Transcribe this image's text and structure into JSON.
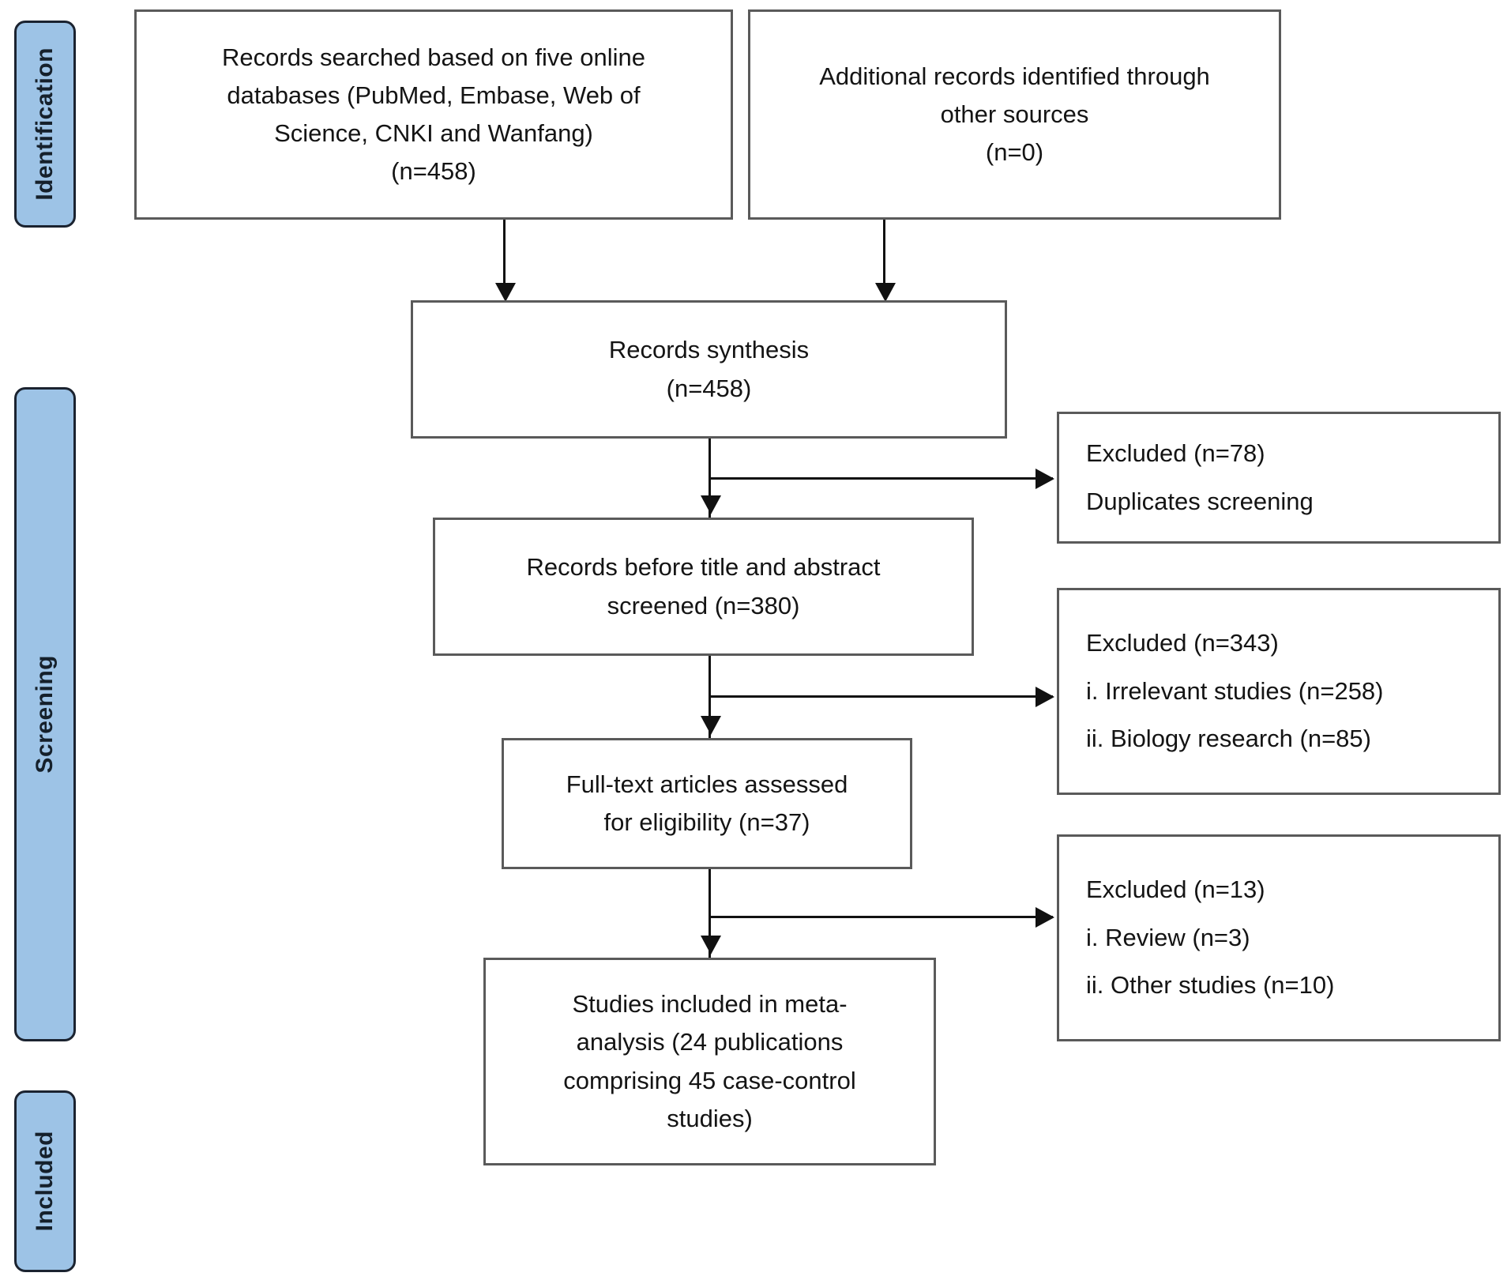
{
  "diagram": {
    "type": "prisma-flow-diagram",
    "phases": [
      {
        "id": "identification",
        "label": "Identification"
      },
      {
        "id": "screening",
        "label": "Screening"
      },
      {
        "id": "included",
        "label": "Included"
      }
    ],
    "boxes": {
      "records_searched": {
        "lines": [
          "Records searched based on five online",
          "databases (PubMed, Embase, Web of",
          "Science, CNKI and Wanfang)",
          "(n=458)"
        ]
      },
      "additional_records": {
        "lines": [
          "Additional records identified through",
          "other sources",
          "(n=0)"
        ]
      },
      "records_synthesis": {
        "lines": [
          "Records synthesis",
          "(n=458)"
        ]
      },
      "records_before_screen": {
        "lines": [
          "Records before title and abstract",
          "screened (n=380)"
        ]
      },
      "full_text_assessed": {
        "lines": [
          "Full-text articles assessed",
          "for eligibility (n=37)"
        ]
      },
      "studies_included": {
        "lines": [
          "Studies included in meta-",
          "analysis (24 publications",
          "comprising 45 case-control",
          "studies)"
        ]
      },
      "excluded_duplicates": {
        "lines": [
          "Excluded (n=78)",
          "Duplicates screening"
        ]
      },
      "excluded_screening": {
        "lines": [
          "Excluded (n=343)",
          "i. Irrelevant studies (n=258)",
          "ii. Biology research (n=85)"
        ]
      },
      "excluded_eligibility": {
        "lines": [
          "Excluded (n=13)",
          "i. Review (n=3)",
          "ii. Other studies (n=10)"
        ]
      }
    },
    "colors": {
      "phase_bar_fill": "#9DC3E6",
      "phase_bar_border": "#1b2330",
      "box_border": "#5a5a5a",
      "box_fill": "#FFFFFF",
      "connector": "#111111",
      "text": "#141414"
    }
  }
}
